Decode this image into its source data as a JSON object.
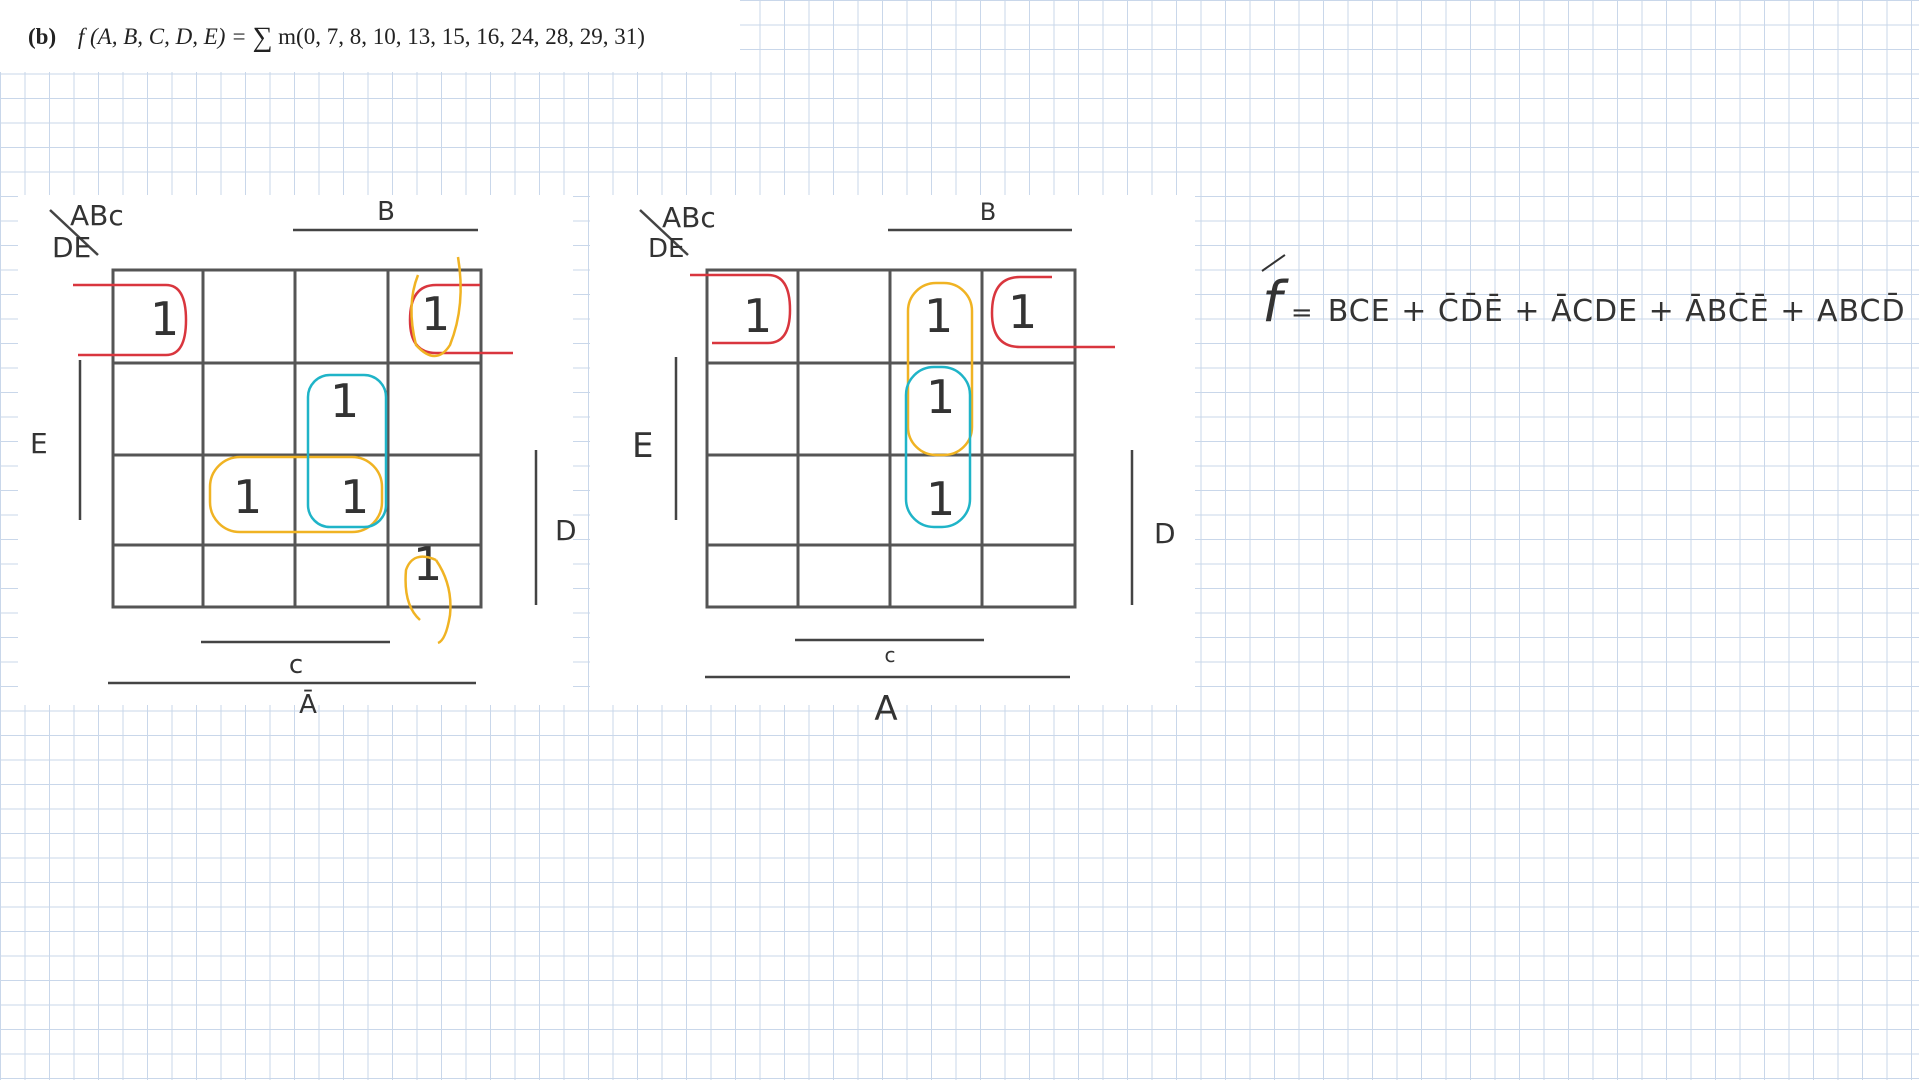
{
  "problem": {
    "tag": "(b)",
    "function": "f (A, B, C, D, E) = ",
    "sigma": "∑",
    "minterms": "m(0, 7, 8, 10, 13, 15, 16, 24, 28, 29, 31)"
  },
  "maps": [
    {
      "corner_top": "ABc",
      "corner_bottom": "DE",
      "label_top": "B",
      "label_left": "E",
      "label_right": "D",
      "label_bottom_inner": "c",
      "label_bottom_outer": "Ā",
      "ones": [
        "1",
        "1",
        "1",
        "1",
        "1",
        "1"
      ]
    },
    {
      "corner_top": "ABc",
      "corner_bottom": "DE",
      "label_top": "B",
      "label_left": "E",
      "label_right": "D",
      "label_bottom_inner": "c",
      "label_bottom_outer": "A",
      "ones": [
        "1",
        "1",
        "1",
        "1",
        "1"
      ]
    }
  ],
  "result": {
    "f": "f",
    "eq": "=",
    "expression": "BCE + C̄D̄Ē + ĀCDE + ĀBC̄Ē + ABCD̄"
  },
  "colors": {
    "grid": "#555555",
    "red": "#d9363e",
    "yellow": "#f0b323",
    "cyan": "#1fb4c8"
  }
}
